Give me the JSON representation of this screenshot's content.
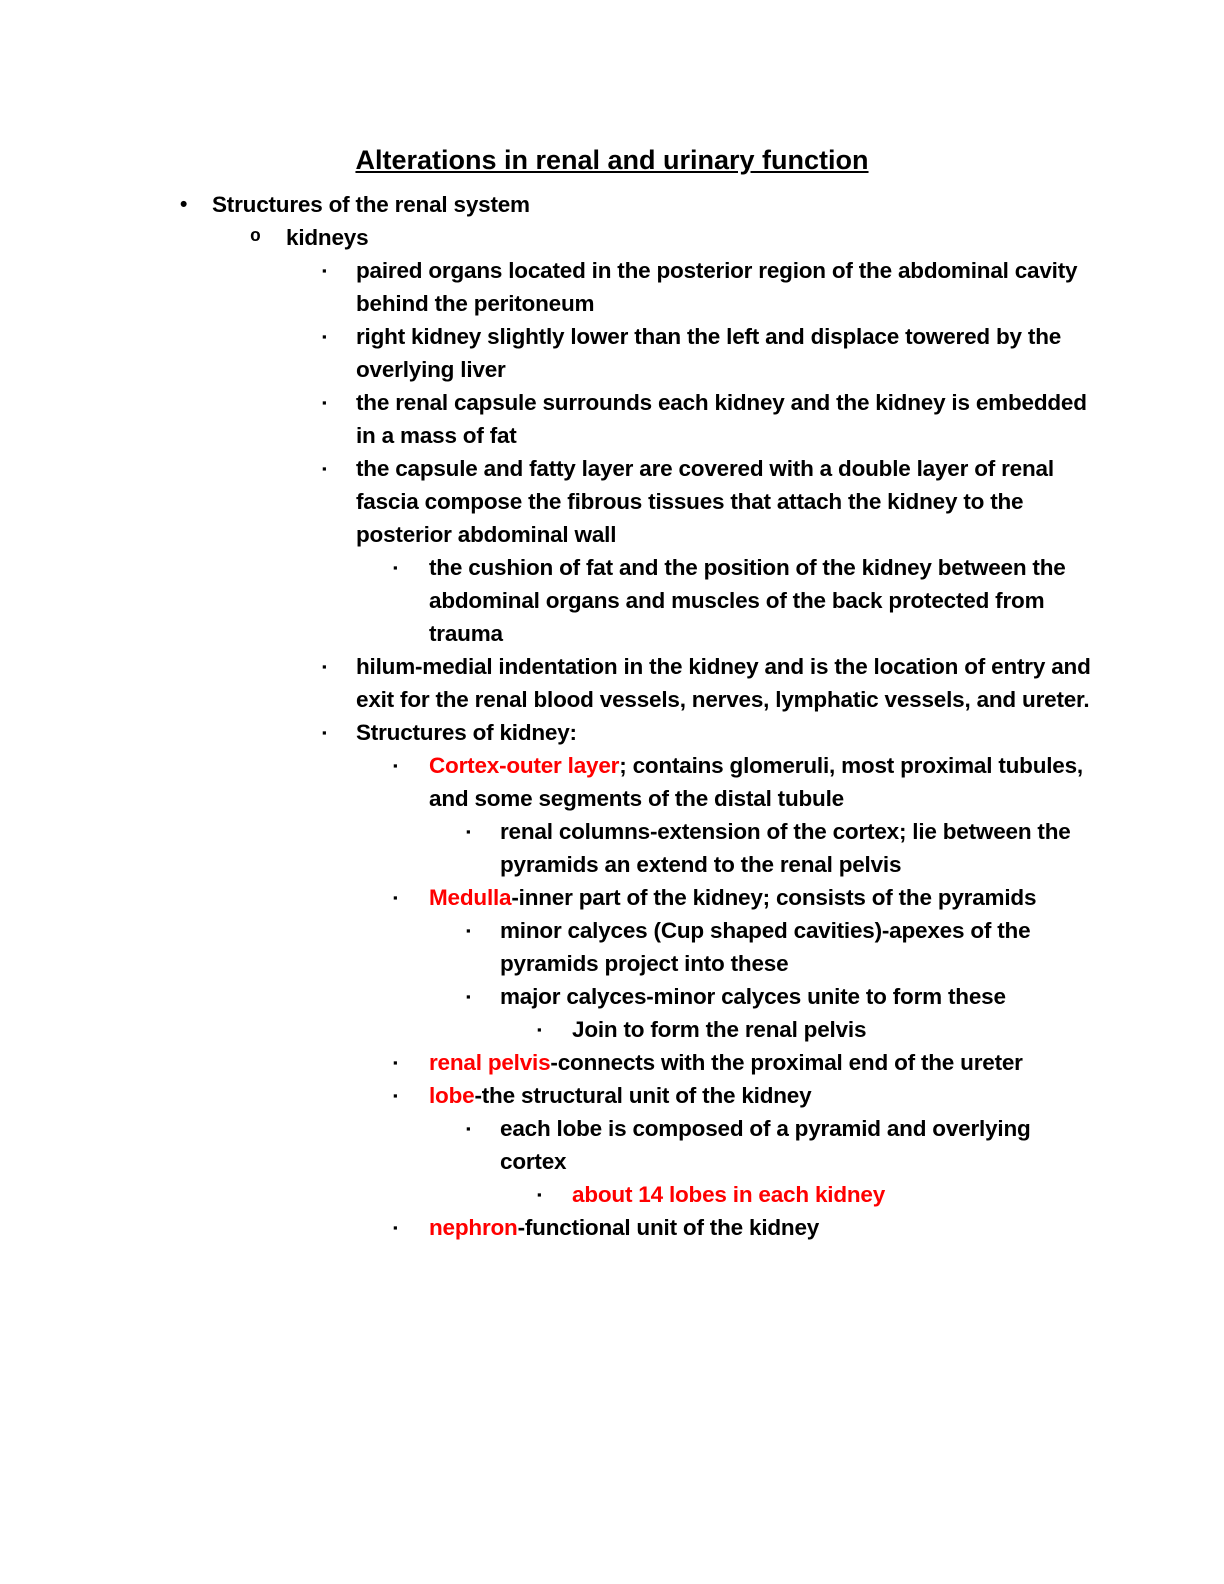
{
  "page": {
    "background": "#ffffff",
    "text_color": "#000000",
    "accent_red": "#ff0000"
  },
  "document": {
    "title": "Alterations in renal and urinary function",
    "markers": {
      "1": "•",
      "2": "o",
      "3": "▪",
      "4": "▪",
      "5": "▪",
      "6": "▪"
    },
    "items": [
      {
        "level": 1,
        "runs": [
          {
            "text": "Structures of the renal system"
          }
        ]
      },
      {
        "level": 2,
        "runs": [
          {
            "text": "kidneys"
          }
        ]
      },
      {
        "level": 3,
        "runs": [
          {
            "text": "paired organs located in the posterior region of the abdominal cavity behind the peritoneum"
          }
        ]
      },
      {
        "level": 3,
        "runs": [
          {
            "text": "right kidney slightly lower than the left and displace towered by the overlying liver"
          }
        ]
      },
      {
        "level": 3,
        "runs": [
          {
            "text": "the renal capsule surrounds each kidney and the kidney is embedded in a mass of fat"
          }
        ]
      },
      {
        "level": 3,
        "runs": [
          {
            "text": "the capsule and fatty layer are covered with a double layer of renal fascia compose the fibrous tissues that attach the kidney to the posterior abdominal wall"
          }
        ]
      },
      {
        "level": 4,
        "runs": [
          {
            "text": "the cushion of fat and the position of the kidney between the abdominal organs and muscles of the back protected from trauma"
          }
        ]
      },
      {
        "level": 3,
        "runs": [
          {
            "text": "hilum-medial indentation in the kidney and is the location of entry and exit for the renal blood vessels, nerves, lymphatic vessels, and ureter."
          }
        ]
      },
      {
        "level": 3,
        "runs": [
          {
            "text": "Structures of kidney:"
          }
        ]
      },
      {
        "level": 4,
        "runs": [
          {
            "text": "Cortex-outer layer",
            "color": "red"
          },
          {
            "text": "; contains glomeruli, most proximal tubules, and some segments of the distal tubule"
          }
        ]
      },
      {
        "level": 5,
        "runs": [
          {
            "text": "renal columns-extension of the cortex; lie between the pyramids an extend to the renal pelvis"
          }
        ]
      },
      {
        "level": 4,
        "runs": [
          {
            "text": "Medulla",
            "color": "red"
          },
          {
            "text": "-inner part of the kidney; consists of the pyramids"
          }
        ]
      },
      {
        "level": 5,
        "runs": [
          {
            "text": "minor calyces (Cup shaped cavities)-apexes of the pyramids project into these"
          }
        ]
      },
      {
        "level": 5,
        "runs": [
          {
            "text": "major calyces-minor calyces unite to form these"
          }
        ]
      },
      {
        "level": 6,
        "runs": [
          {
            "text": "Join to form the renal pelvis"
          }
        ]
      },
      {
        "level": 4,
        "runs": [
          {
            "text": "renal pelvis",
            "color": "red"
          },
          {
            "text": "-connects with the proximal end of the ureter"
          }
        ]
      },
      {
        "level": 4,
        "runs": [
          {
            "text": "lobe",
            "color": "red"
          },
          {
            "text": "-the structural unit of the kidney"
          }
        ]
      },
      {
        "level": 5,
        "runs": [
          {
            "text": "each lobe is composed of a pyramid and overlying cortex"
          }
        ]
      },
      {
        "level": 6,
        "runs": [
          {
            "text": "about 14 lobes in each kidney",
            "color": "red"
          }
        ]
      },
      {
        "level": 4,
        "runs": [
          {
            "text": "nephron",
            "color": "red"
          },
          {
            "text": "-functional unit of the kidney"
          }
        ]
      }
    ]
  }
}
